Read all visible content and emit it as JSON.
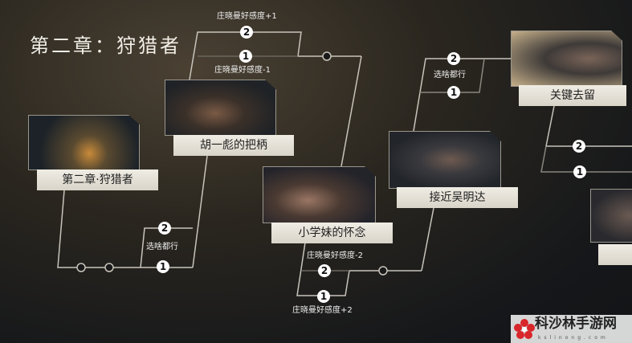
{
  "chapter_title": "第二章：狩猎者",
  "nodes": [
    {
      "label": "第二章·狩猎者"
    },
    {
      "label": "胡一彪的把柄"
    },
    {
      "label": "小学妹的怀念"
    },
    {
      "label": "接近吴明达"
    },
    {
      "label": "关键去留"
    }
  ],
  "choices": {
    "c1": {
      "opt2": "2",
      "opt1": "1",
      "text": "选啥都行"
    },
    "c2": {
      "opt2": "2",
      "opt1": "1",
      "text2": "庄晓曼好感度+1",
      "text1": "庄晓曼好感度-1"
    },
    "c3": {
      "opt2": "2",
      "opt1": "1",
      "text2": "庄晓曼好感度-2",
      "text1": "庄晓曼好感度+2"
    },
    "c4": {
      "opt2": "2",
      "opt1": "1",
      "text": "选啥都行"
    },
    "c5": {
      "opt2": "2",
      "opt1": "1"
    }
  },
  "watermark": {
    "name": "科沙林手游网",
    "sub": "kslinong.com"
  },
  "colors": {
    "line": "#c8c4bb",
    "label_bg": "#e6e2d8",
    "accent_red": "#d8262b"
  }
}
